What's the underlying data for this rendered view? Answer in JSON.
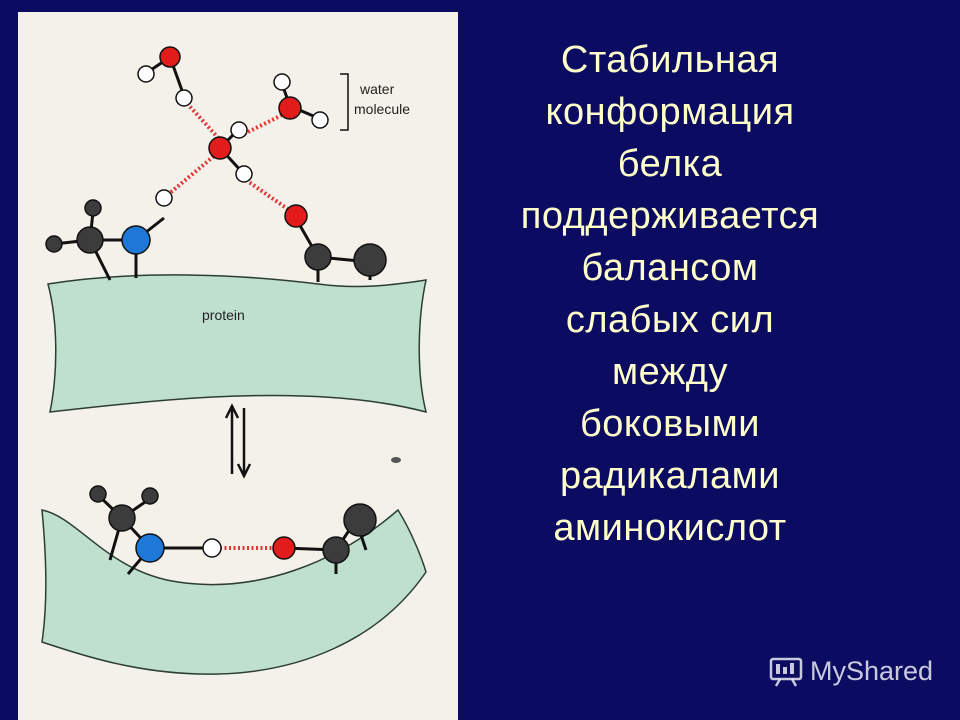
{
  "diagram": {
    "protein_label": "protein",
    "water_label_line1": "water",
    "water_label_line2": "molecule"
  },
  "caption": {
    "lines": [
      "Стабильная",
      "конформация",
      "белка",
      "поддерживается",
      "балансом",
      "слабых сил",
      "между",
      "боковыми",
      "радикалами",
      "аминокислот"
    ]
  },
  "watermark": {
    "text": "MyShared"
  },
  "colors": {
    "background": "#0b0b62",
    "caption_text": "#ffffcc",
    "panel": "#f3f1ea",
    "protein_fill": "#bfe0cf",
    "oxygen": "#e21b1b",
    "nitrogen": "#1e78d8",
    "carbon": "#3c3c3c",
    "hydrogen": "#ffffff",
    "hydrogen_bond": "#e03535"
  }
}
